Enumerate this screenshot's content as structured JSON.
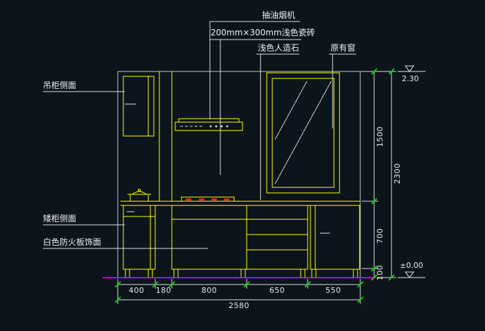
{
  "labels": {
    "range_hood": "抽油烟机",
    "tile": "200mm×300mm浅色瓷砖",
    "artificial_stone": "浅色人造石",
    "existing_window": "原有窗",
    "wall_cabinet_side": "吊柜侧面",
    "low_cabinet_side": "矮柜侧面",
    "white_fireproof_laminate": "白色防火板饰面"
  },
  "dimensions": {
    "bottom_chain": [
      "400",
      "180",
      "800",
      "650",
      "550"
    ],
    "bottom_total": "2580",
    "right_chain": [
      "1500",
      "700",
      "100"
    ],
    "right_total": "2300",
    "level_top": "2.30",
    "level_floor": "±0.00"
  },
  "colors": {
    "background": "#0c141c",
    "cabinet_lines": "#ffff00",
    "dimension_lines": "#ffffff",
    "floor_line": "#ff00ff",
    "tick_marks": "#00dd00",
    "burner_marks": "#ff0000"
  }
}
